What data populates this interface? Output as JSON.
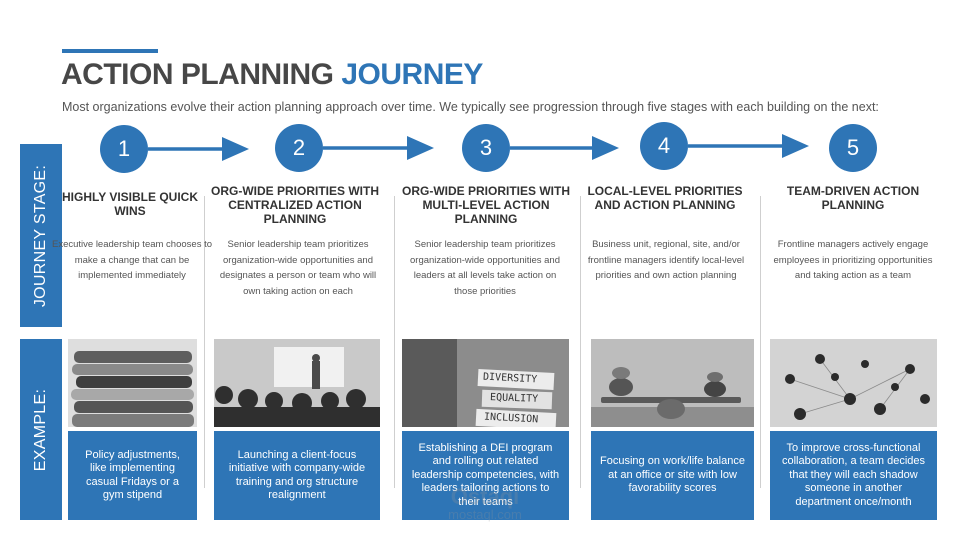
{
  "header": {
    "title_part1": "ACTION PLANNING",
    "title_part2": "JOURNEY",
    "subtitle": "Most organizations evolve their action planning approach over time. We typically see progression through five stages with each building on the next:"
  },
  "side_labels": {
    "journey_stage": "JOURNEY STAGE:",
    "example": "EXAMPLE:"
  },
  "stages": [
    {
      "number": "1",
      "title": "HIGHLY VISIBLE QUICK WINS",
      "description": "Executive leadership team chooses to make a change that can be implemented immediately",
      "example": "Policy adjustments, like implementing casual Fridays or a gym stipend"
    },
    {
      "number": "2",
      "title": "ORG-WIDE PRIORITIES WITH CENTRALIZED ACTION PLANNING",
      "description": "Senior leadership team prioritizes organization-wide opportunities and designates a person or team who will own taking action on each",
      "example": "Launching a client-focus initiative with company-wide training and org structure realignment"
    },
    {
      "number": "3",
      "title": "ORG-WIDE PRIORITIES WITH MULTI-LEVEL ACTION PLANNING",
      "description": "Senior leadership team prioritizes organization-wide opportunities and leaders at all levels take action on those priorities",
      "example": "Establishing a DEI program and rolling out related leadership competencies, with leaders tailoring actions to their teams",
      "photo_words": [
        "DIVERSITY",
        "EQUALITY",
        "INCLUSION"
      ]
    },
    {
      "number": "4",
      "title": "LOCAL-LEVEL PRIORITIES AND ACTION PLANNING",
      "description": "Business unit, regional, site, and/or frontline managers identify local-level priorities and own action planning",
      "example": "Focusing on work/life balance at an office or site with low favorability scores"
    },
    {
      "number": "5",
      "title": "TEAM-DRIVEN ACTION PLANNING",
      "description": "Frontline managers actively engage employees in prioritizing opportunities and taking action as a team",
      "example": "To improve cross-functional collaboration, a team decides that they will each shadow someone in another department once/month"
    }
  ],
  "watermark": {
    "line1": "Ostaqi",
    "line2": "mostaql.com"
  },
  "colors": {
    "accent": "#2e75b6",
    "title_gray": "#474747",
    "text_gray": "#555555"
  }
}
